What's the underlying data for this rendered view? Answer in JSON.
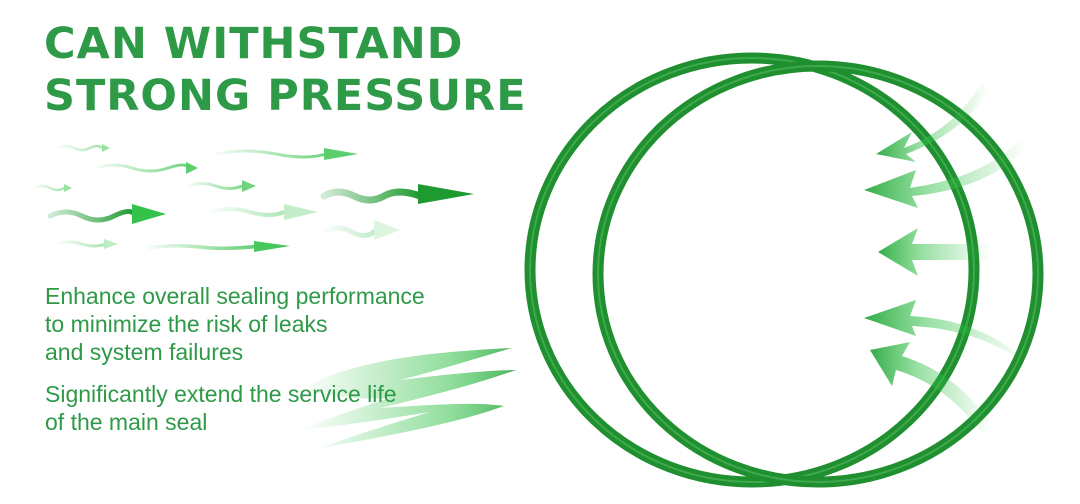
{
  "headline": {
    "line1": "CAN WITHSTAND",
    "line2": "STRONG PRESSURE"
  },
  "benefits": [
    {
      "lines": [
        "Enhance overall sealing performance",
        "to minimize the risk of leaks",
        "and system failures"
      ]
    },
    {
      "lines": [
        "Significantly extend the service life",
        "of the main seal"
      ]
    }
  ],
  "colors": {
    "brand_green": "#2e9a47",
    "ring_green": "#1f8f2f",
    "arrow_green": "#35c24a"
  },
  "icons": [
    "wavy-arrow-icon",
    "pressure-arrow-icon",
    "seal-ring-icon"
  ]
}
